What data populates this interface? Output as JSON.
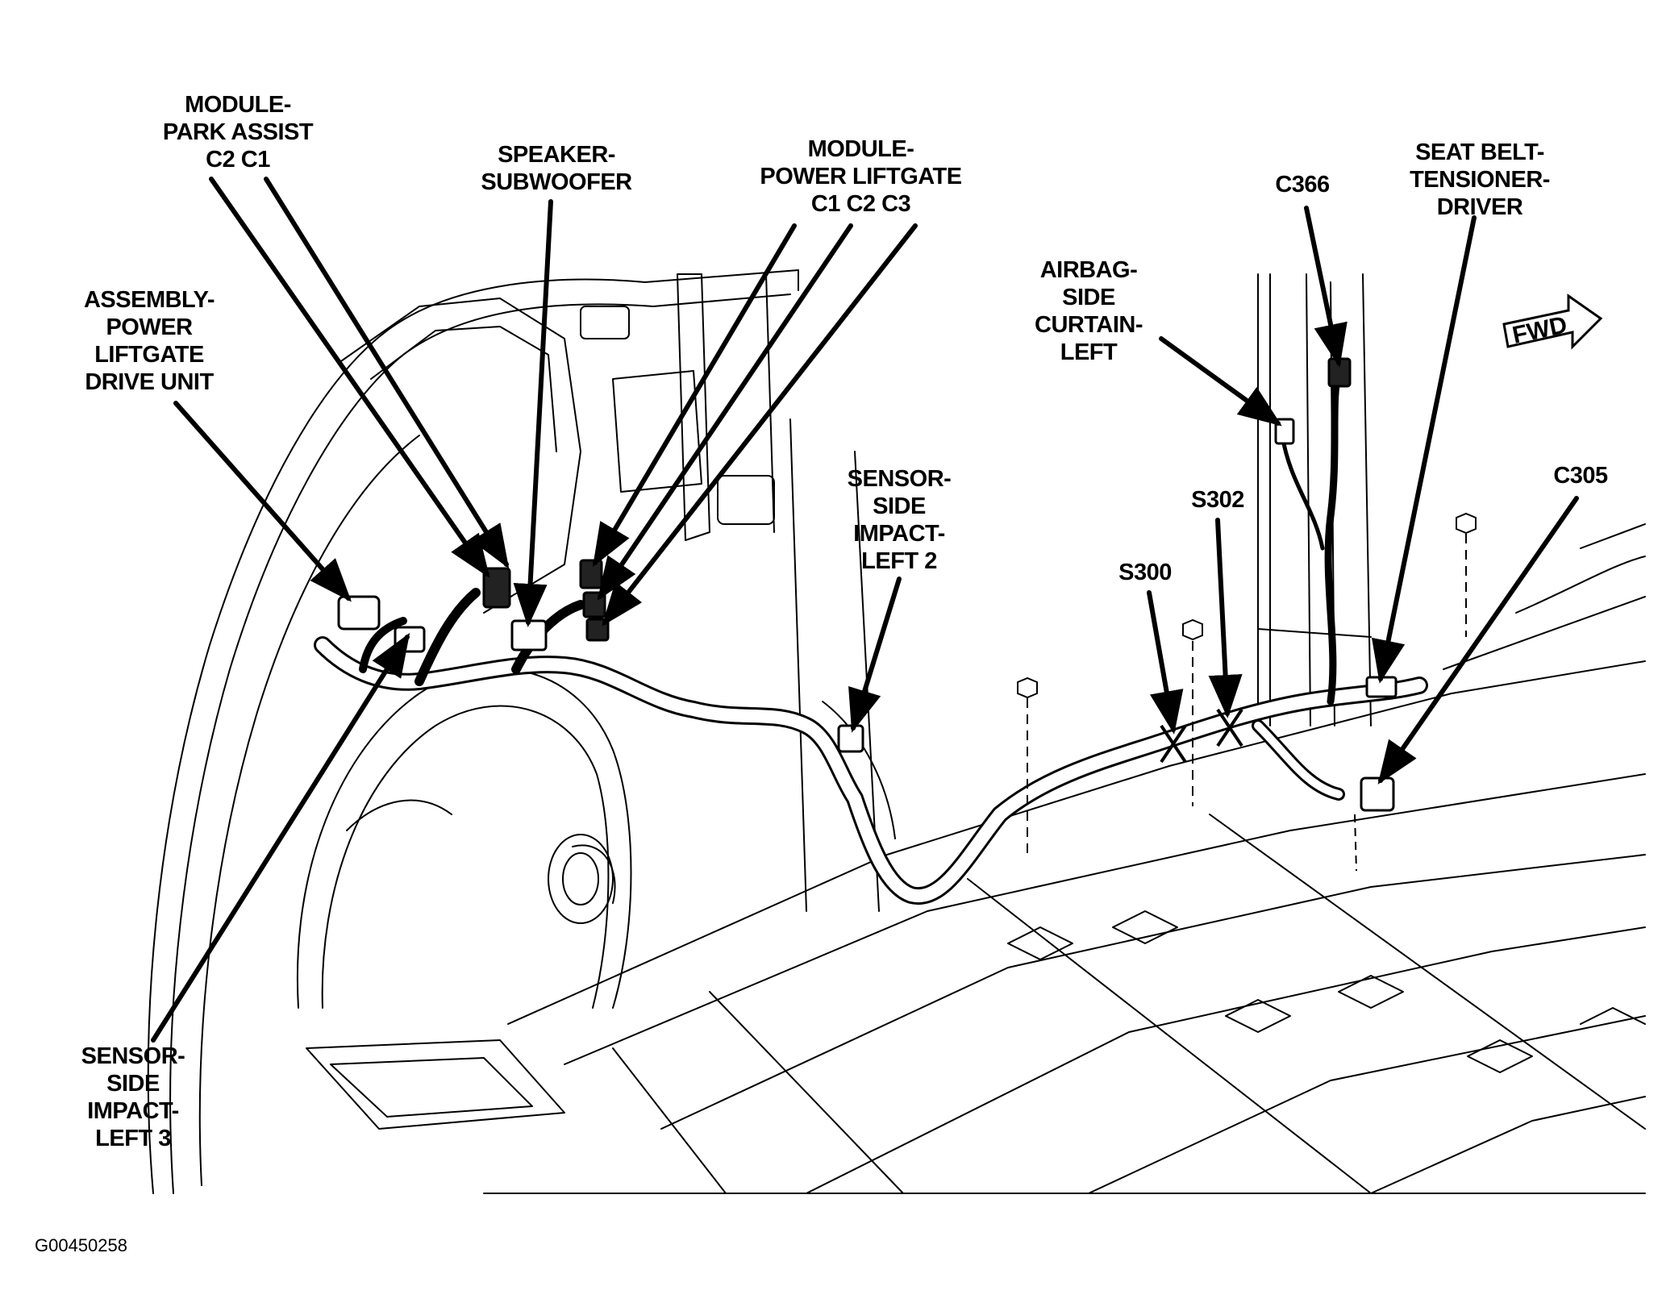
{
  "figure_id": "G00450258",
  "fwd_label": "FWD",
  "labels": {
    "park_assist": [
      "MODULE-",
      "PARK ASSIST",
      "C2   C1"
    ],
    "subwoofer": [
      "SPEAKER-",
      "SUBWOOFER"
    ],
    "power_liftgate": [
      "MODULE-",
      "POWER LIFTGATE",
      "C1    C2    C3"
    ],
    "liftgate_drive": [
      "ASSEMBLY-",
      "POWER",
      "LIFTGATE",
      "DRIVE UNIT"
    ],
    "impact_left2": [
      "SENSOR-",
      "SIDE",
      "IMPACT-",
      "LEFT 2"
    ],
    "airbag_curtain": [
      "AIRBAG-",
      "SIDE",
      "CURTAIN-",
      "LEFT"
    ],
    "c366": [
      "C366"
    ],
    "tensioner": [
      "SEAT BELT-",
      "TENSIONER-",
      "DRIVER"
    ],
    "s300": [
      "S300"
    ],
    "s302": [
      "S302"
    ],
    "c305": [
      "C305"
    ],
    "impact_left3": [
      "SENSOR-",
      "SIDE",
      "IMPACT-",
      "LEFT 3"
    ]
  }
}
